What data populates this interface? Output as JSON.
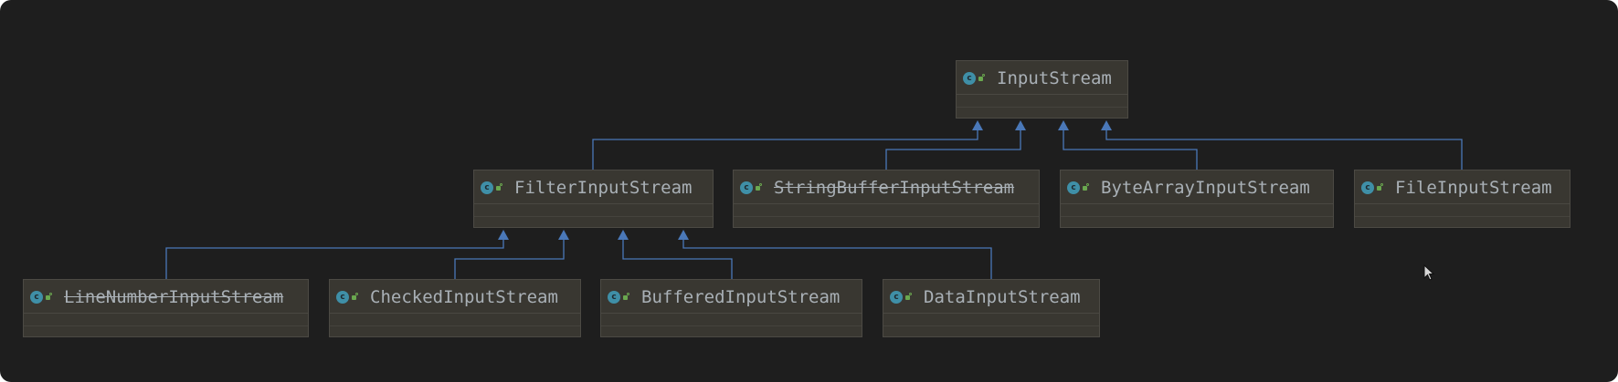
{
  "diagram": {
    "type": "uml-class-hierarchy",
    "colors": {
      "background": "#1e1e1e",
      "node_fill": "#393731",
      "edge": "#4a78b8",
      "text": "#a9b0b6",
      "class_icon": "#3f8fa7",
      "visibility_icon": "#6aa84f"
    },
    "icons": {
      "class": "class-c-icon",
      "visibility": "public-visibility-icon",
      "cursor": "mouse-pointer-icon"
    },
    "class_icon_letter": "c",
    "nodes": {
      "InputStream": {
        "label": "InputStream",
        "deprecated": false
      },
      "FilterInputStream": {
        "label": "FilterInputStream",
        "deprecated": false
      },
      "StringBufferInputStream": {
        "label": "StringBufferInputStream",
        "deprecated": true
      },
      "ByteArrayInputStream": {
        "label": "ByteArrayInputStream",
        "deprecated": false
      },
      "FileInputStream": {
        "label": "FileInputStream",
        "deprecated": false
      },
      "LineNumberInputStream": {
        "label": "LineNumberInputStream",
        "deprecated": true
      },
      "CheckedInputStream": {
        "label": "CheckedInputStream",
        "deprecated": false
      },
      "BufferedInputStream": {
        "label": "BufferedInputStream",
        "deprecated": false
      },
      "DataInputStream": {
        "label": "DataInputStream",
        "deprecated": false
      }
    },
    "edges": [
      {
        "from": "FilterInputStream",
        "to": "InputStream",
        "kind": "extends"
      },
      {
        "from": "StringBufferInputStream",
        "to": "InputStream",
        "kind": "extends"
      },
      {
        "from": "ByteArrayInputStream",
        "to": "InputStream",
        "kind": "extends"
      },
      {
        "from": "FileInputStream",
        "to": "InputStream",
        "kind": "extends"
      },
      {
        "from": "LineNumberInputStream",
        "to": "FilterInputStream",
        "kind": "extends"
      },
      {
        "from": "CheckedInputStream",
        "to": "FilterInputStream",
        "kind": "extends"
      },
      {
        "from": "BufferedInputStream",
        "to": "FilterInputStream",
        "kind": "extends"
      },
      {
        "from": "DataInputStream",
        "to": "FilterInputStream",
        "kind": "extends"
      }
    ]
  }
}
